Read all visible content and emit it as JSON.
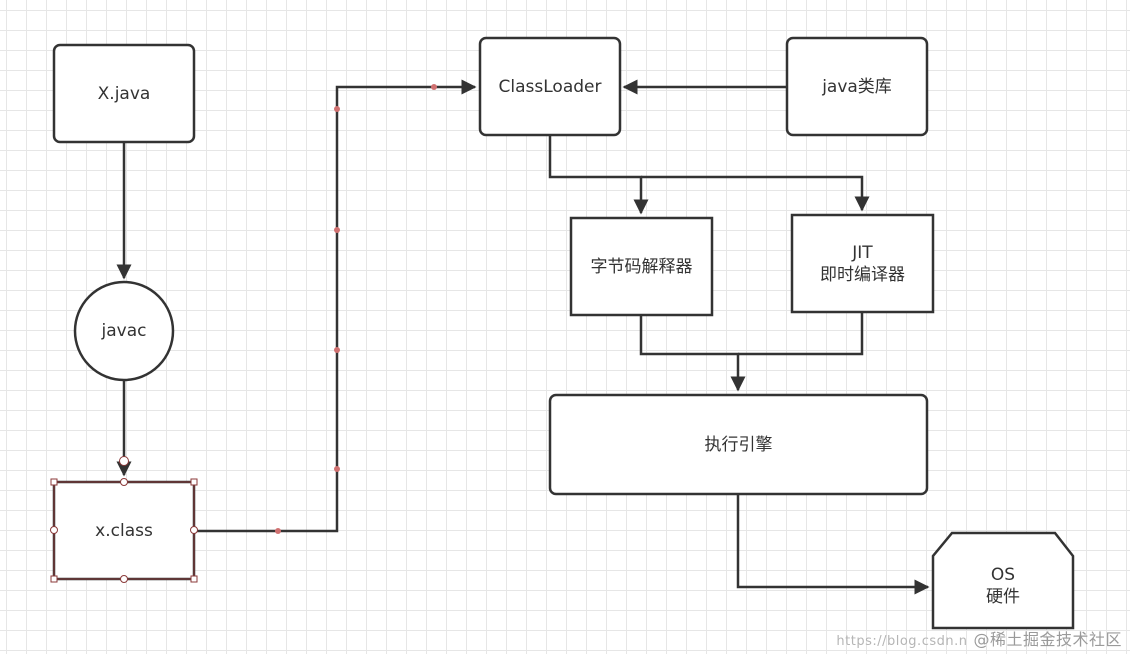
{
  "nodes": {
    "x_java": "X.java",
    "javac": "javac",
    "x_class": "x.class",
    "classloader": "ClassLoader",
    "java_lib": "java类库",
    "bytecode_interpreter": "字节码解释器",
    "jit_line1": "JIT",
    "jit_line2": "即时编译器",
    "exec_engine": "执行引擎",
    "os_line1": "OS",
    "os_line2": "硬件"
  },
  "watermark": {
    "url": "https://blog.csdn.n",
    "text": "@稀土掘金技术社区"
  },
  "colors": {
    "stroke": "#333333",
    "selection": "#8b3a3a",
    "handle": "#d07070",
    "grid": "#e6e6e6"
  }
}
